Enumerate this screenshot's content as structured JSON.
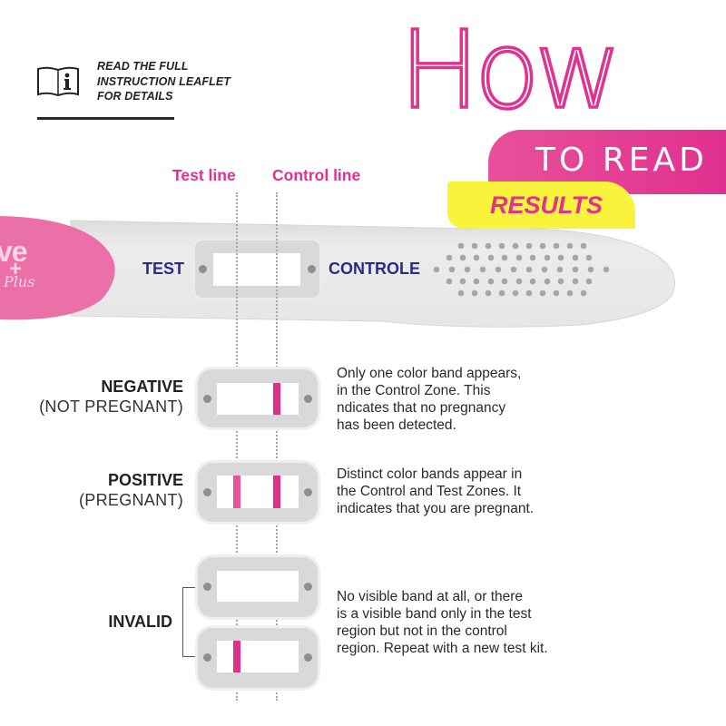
{
  "header": {
    "leaflet_icon": "open-book-info-icon",
    "leaflet_lines": [
      "READ THE FULL",
      "INSTRUCTION LEAFLET",
      "FOR DETAILS"
    ]
  },
  "title": {
    "how": "How",
    "to_read": "TO READ",
    "results": "RESULTS"
  },
  "line_labels": {
    "test": "Test line",
    "control": "Control line"
  },
  "device": {
    "brand_main": "ve",
    "brand_plus": "+",
    "brand_script": "Plus",
    "test_label": "TEST",
    "control_label": "CONTROLE",
    "vent_rows": [
      10,
      11,
      12,
      11,
      10
    ]
  },
  "results": [
    {
      "key": "negative",
      "title": "NEGATIVE",
      "subtitle": "(NOT PREGNANT)",
      "bands": [
        "control"
      ],
      "description": [
        "Only one color band appears,",
        "in the Control Zone. This",
        "ndicates that no pregnancy",
        "has been detected."
      ]
    },
    {
      "key": "positive",
      "title": "POSITIVE",
      "subtitle": "(PREGNANT)",
      "bands": [
        "test",
        "control"
      ],
      "description": [
        "Distinct color bands appear in",
        "the Control and Test Zones. It",
        "indicates that you are pregnant."
      ]
    },
    {
      "key": "invalid",
      "title": "INVALID",
      "examples": [
        [],
        [
          "test"
        ]
      ],
      "description": [
        "No visible band at all, or there",
        "is a visible band only in the test",
        "region but not in the control",
        "region. Repeat with a new test kit."
      ]
    }
  ],
  "colors": {
    "brand_pink": "#e0328f",
    "handle_pink": "#eb70a8",
    "banner_yellow": "#f9f33c",
    "navy": "#2b2a85",
    "test_band": "#e8559b",
    "control_band": "#e0308a",
    "window_grey": "#d9d9d9"
  }
}
